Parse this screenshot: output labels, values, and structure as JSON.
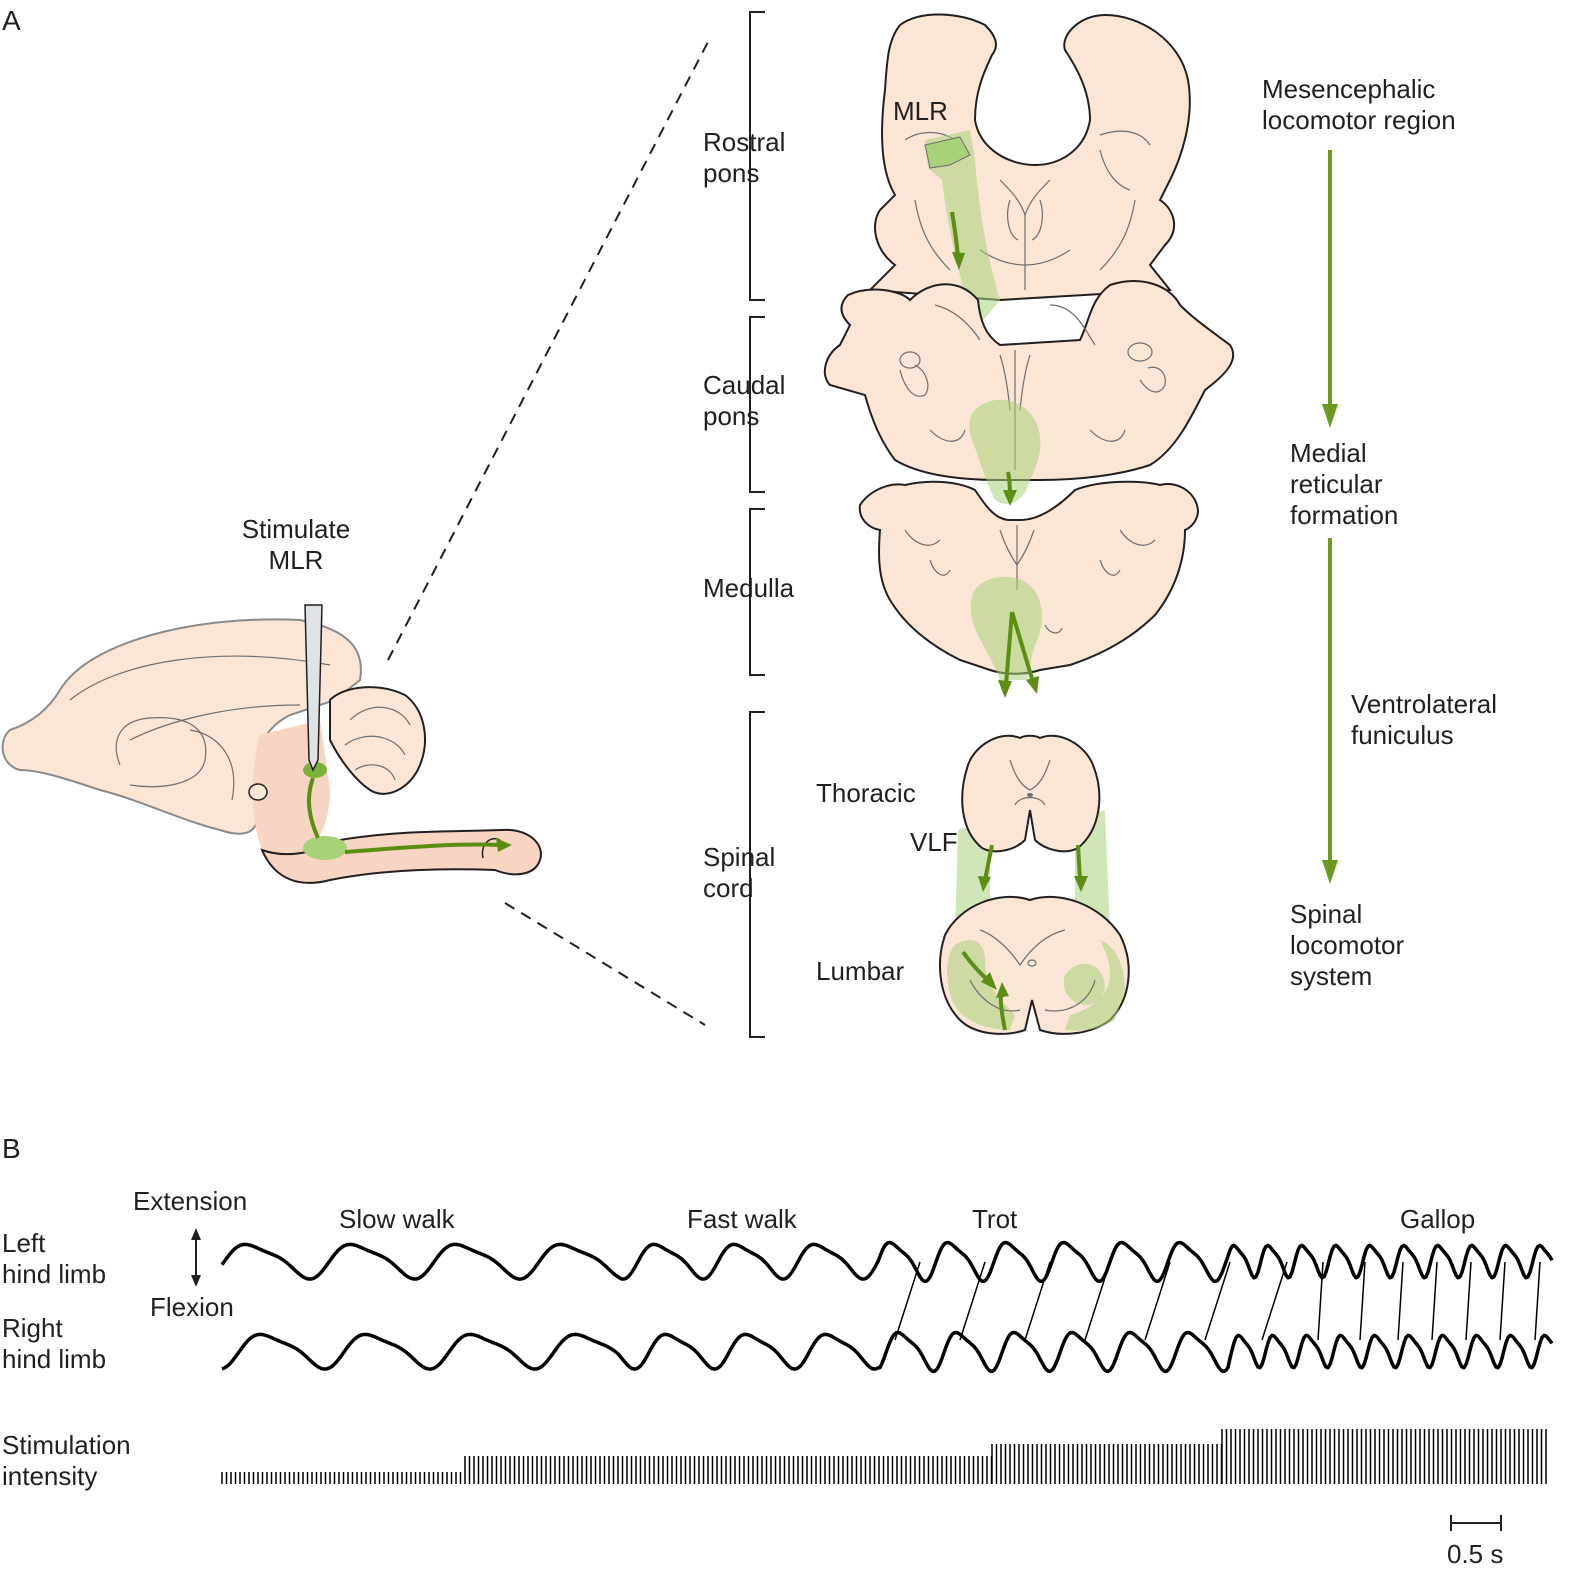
{
  "panel_a": {
    "letter": "A",
    "stimulate": [
      "Stimulate",
      "MLR"
    ],
    "region_labels": {
      "rostral_pons": [
        "Rostral",
        "pons"
      ],
      "caudal_pons": [
        "Caudal",
        "pons"
      ],
      "medulla": [
        "Medulla"
      ],
      "spinal_cord": [
        "Spinal",
        "cord"
      ]
    },
    "structure_labels": {
      "mlr": "MLR",
      "thoracic": "Thoracic",
      "vlf": "VLF",
      "lumbar": "Lumbar"
    },
    "pathway": {
      "step1": [
        "Mesencephalic",
        "locomotor region"
      ],
      "step2": [
        "Medial",
        "reticular",
        "formation"
      ],
      "step3_label": [
        "Ventrolateral",
        "funiculus"
      ],
      "step4": [
        "Spinal",
        "locomotor",
        "system"
      ]
    },
    "colors": {
      "pathway_green": "#6a9a1f",
      "tissue": "#fbe6d6",
      "activity": "#a7d27a"
    }
  },
  "panel_b": {
    "letter": "B",
    "extension": "Extension",
    "flexion": "Flexion",
    "left_limb": [
      "Left",
      "hind limb"
    ],
    "right_limb": [
      "Right",
      "hind limb"
    ],
    "stimulation": [
      "Stimulation",
      "intensity"
    ],
    "gaits": [
      "Slow walk",
      "Fast walk",
      "Trot",
      "Gallop"
    ],
    "scale_bar": "0.5 s"
  }
}
